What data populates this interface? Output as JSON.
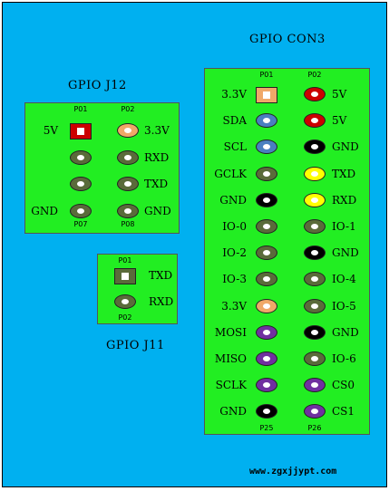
{
  "colors": {
    "background": "#00b0f0",
    "board": "#22ee22",
    "orange": "#f0a868",
    "red": "#cc0000",
    "blue": "#4a7fc0",
    "olive": "#5a6b3a",
    "black": "#000000",
    "yellow": "#ffff00",
    "purple": "#7030a0"
  },
  "con3": {
    "title": "GPIO CON3",
    "top_left_num": "P01",
    "top_right_num": "P02",
    "bottom_left_num": "P25",
    "bottom_right_num": "P26",
    "rows": [
      {
        "left": "3.3V",
        "right": "5V",
        "lcolor": "orange",
        "rcolor": "red",
        "lshape": "square"
      },
      {
        "left": "SDA",
        "right": "5V",
        "lcolor": "blue",
        "rcolor": "red"
      },
      {
        "left": "SCL",
        "right": "GND",
        "lcolor": "blue",
        "rcolor": "black"
      },
      {
        "left": "GCLK",
        "right": "TXD",
        "lcolor": "olive",
        "rcolor": "yellow"
      },
      {
        "left": "GND",
        "right": "RXD",
        "lcolor": "black",
        "rcolor": "yellow"
      },
      {
        "left": "IO-0",
        "right": "IO-1",
        "lcolor": "olive",
        "rcolor": "olive"
      },
      {
        "left": "IO-2",
        "right": "GND",
        "lcolor": "olive",
        "rcolor": "black"
      },
      {
        "left": "IO-3",
        "right": "IO-4",
        "lcolor": "olive",
        "rcolor": "olive"
      },
      {
        "left": "3.3V",
        "right": "IO-5",
        "lcolor": "orange",
        "rcolor": "olive"
      },
      {
        "left": "MOSI",
        "right": "GND",
        "lcolor": "purple",
        "rcolor": "black"
      },
      {
        "left": "MISO",
        "right": "IO-6",
        "lcolor": "purple",
        "rcolor": "olive"
      },
      {
        "left": "SCLK",
        "right": "CS0",
        "lcolor": "purple",
        "rcolor": "purple"
      },
      {
        "left": "GND",
        "right": "CS1",
        "lcolor": "black",
        "rcolor": "purple"
      }
    ]
  },
  "j12": {
    "title": "GPIO J12",
    "top_left_num": "P01",
    "top_right_num": "P02",
    "bottom_left_num": "P07",
    "bottom_right_num": "P08",
    "rows": [
      {
        "left": "5V",
        "right": "3.3V",
        "lcolor": "red",
        "rcolor": "orange",
        "lshape": "square"
      },
      {
        "left": "",
        "right": "RXD",
        "lcolor": "olive",
        "rcolor": "olive"
      },
      {
        "left": "",
        "right": "TXD",
        "lcolor": "olive",
        "rcolor": "olive"
      },
      {
        "left": "GND",
        "right": "GND",
        "lcolor": "olive",
        "rcolor": "olive"
      }
    ]
  },
  "j11": {
    "title": "GPIO J11",
    "top_num": "P01",
    "bottom_num": "P02",
    "rows": [
      {
        "label": "TXD",
        "color": "olive",
        "shape": "square"
      },
      {
        "label": "RXD",
        "color": "olive"
      }
    ]
  },
  "footer": {
    "url": "www.zgxjjypt.com"
  }
}
